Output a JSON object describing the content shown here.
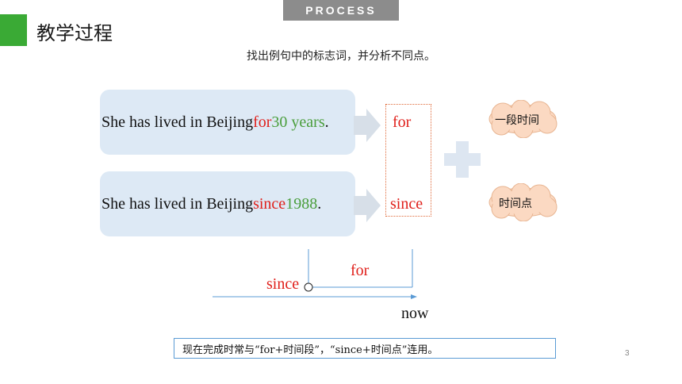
{
  "header": {
    "tag_label": "PROCESS",
    "title": "教学过程"
  },
  "instruction": "找出例句中的标志词，并分析不同点。",
  "sentences": [
    {
      "prefix": "She has lived in Beijing ",
      "keyword": "for",
      "space": " ",
      "value": "30 years",
      "suffix": "."
    },
    {
      "prefix": "She has lived in Beijing ",
      "keyword": "since",
      "space": " ",
      "value": "1988",
      "suffix": "."
    }
  ],
  "keywords": {
    "for": "for",
    "since": "since"
  },
  "clouds": {
    "duration": "一段时间",
    "point": "时间点"
  },
  "timeline": {
    "for_label": "for",
    "since_label": "since",
    "now_label": "now"
  },
  "note": "现在完成时常与“for+时间段”，“since+时间点”连用。",
  "page_number": "3",
  "colors": {
    "accent_green": "#3aaa35",
    "keyword_red": "#e0201b",
    "value_green": "#4a9e3c",
    "box_blue": "#dde9f5",
    "cloud": "#fbd9c2"
  }
}
